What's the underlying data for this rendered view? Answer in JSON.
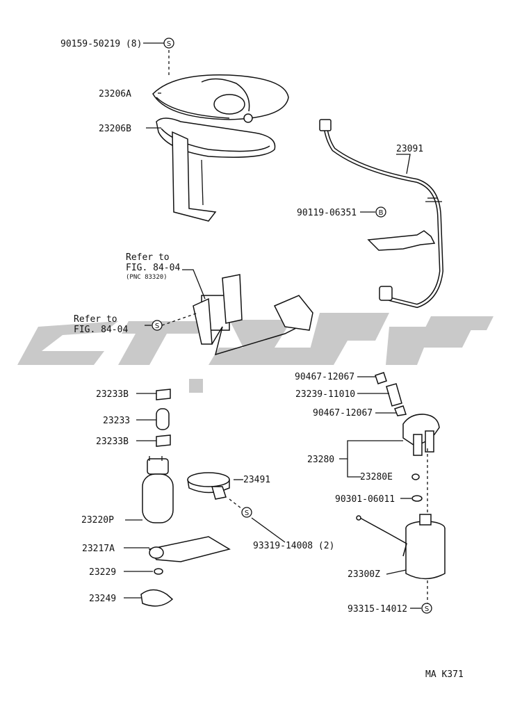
{
  "parts": {
    "p90159": "90159-50219 (8)",
    "p23206A": "23206A",
    "p23206B": "23206B",
    "p23091": "23091",
    "p90119": "90119-06351",
    "refer1_line1": "Refer to",
    "refer1_line2": "FIG. 84-04",
    "refer1_line3": "(PNC 83320)",
    "refer2_line1": "Refer to",
    "refer2_line2": "FIG. 84-04",
    "p90467a": "90467-12067",
    "p23239": "23239-11010",
    "p90467b": "90467-12067",
    "p23233B_top": "23233B",
    "p23233": "23233",
    "p23233B_bot": "23233B",
    "p23280": "23280",
    "p23280E": "23280E",
    "p23491": "23491",
    "p90301": "90301-06011",
    "p23220P": "23220P",
    "p93319": "93319-14008 (2)",
    "p23217A": "23217A",
    "p23229": "23229",
    "p23300Z": "23300Z",
    "p23249": "23249",
    "p93315": "93315-14012"
  },
  "symbols": {
    "s": "S",
    "b": "B"
  },
  "footer": {
    "code": "MA  K371"
  },
  "colors": {
    "line": "#111111",
    "watermark": "#c9c9c9"
  }
}
